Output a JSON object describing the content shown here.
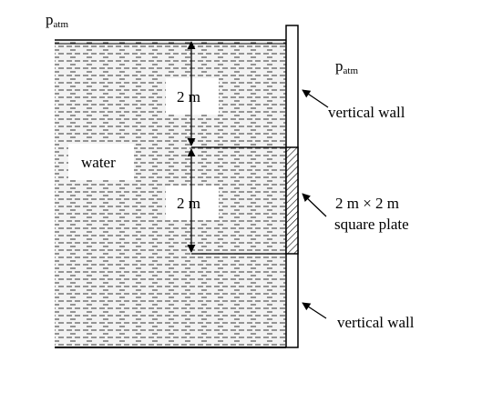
{
  "labels": {
    "patm_top_base": "p",
    "patm_top_sub": "atm",
    "patm_right_base": "p",
    "patm_right_sub": "atm",
    "vertical_wall_upper": "vertical wall",
    "vertical_wall_lower": "vertical wall",
    "water": "water",
    "depth_upper": "2 m",
    "depth_lower": "2 m",
    "plate_line1": "2 m × 2 m",
    "plate_line2": "square plate"
  },
  "colors": {
    "ink": "#000000",
    "water_bg": "#f2f2f2",
    "dash": "#555555",
    "label_box": "#ffffff"
  }
}
